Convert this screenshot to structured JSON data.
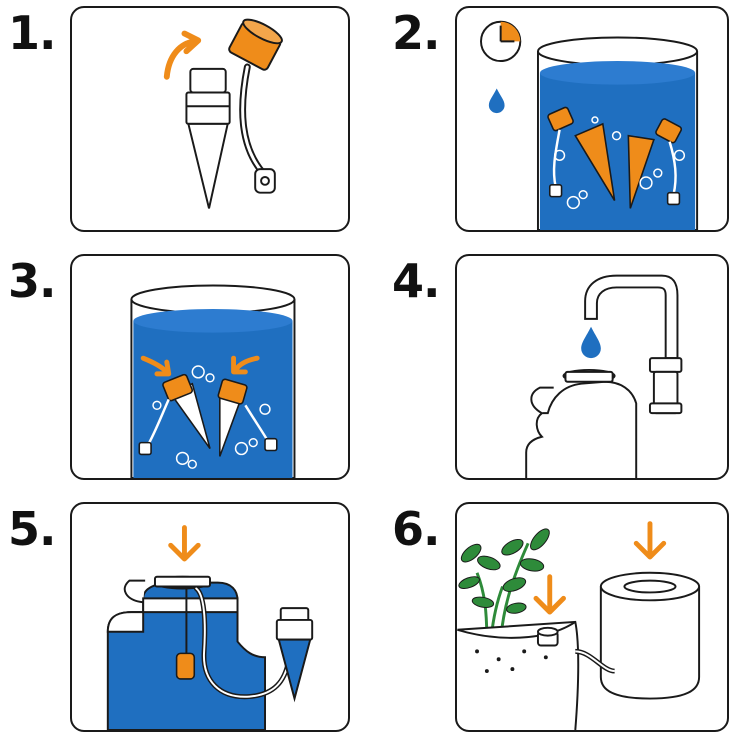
{
  "colors": {
    "water": "#1f6fc0",
    "accent": "#ef8c1a",
    "leaf": "#2e8b3a",
    "outline": "#1a1a1a"
  },
  "steps": [
    {
      "number": "1.",
      "icons": [
        "dripper-spike-icon",
        "cap-tube-icon",
        "curved-arrow-icon"
      ]
    },
    {
      "number": "2.",
      "icons": [
        "clock-icon",
        "water-drop-icon",
        "container-icon",
        "soaking-spike-icon"
      ]
    },
    {
      "number": "3.",
      "icons": [
        "container-icon",
        "cap-icon",
        "arrow-icon"
      ]
    },
    {
      "number": "4.",
      "icons": [
        "faucet-icon",
        "water-drop-icon",
        "jug-icon"
      ]
    },
    {
      "number": "5.",
      "icons": [
        "jug-icon",
        "arrow-down-icon",
        "tube-icon",
        "spike-icon"
      ]
    },
    {
      "number": "6.",
      "icons": [
        "plant-icon",
        "pot-icon",
        "arrow-down-icon",
        "cup-icon"
      ]
    }
  ]
}
